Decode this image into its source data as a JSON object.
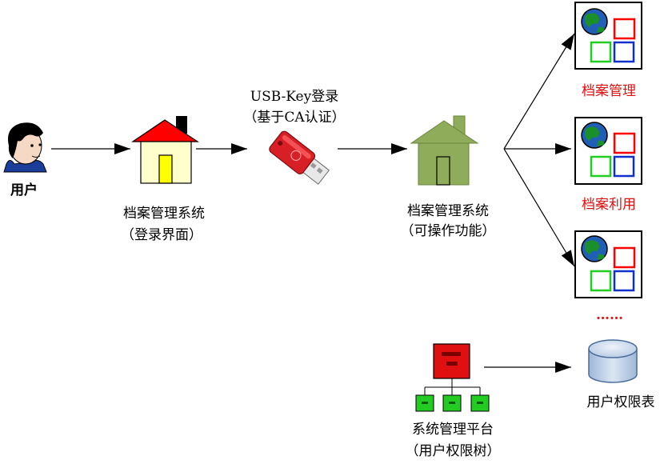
{
  "user": {
    "label": "用户"
  },
  "login_system": {
    "line1": "档案管理系统",
    "line2": "（登录界面）"
  },
  "usb_key": {
    "line1": "USB-Key登录",
    "line2": "（基于CA认证）"
  },
  "main_system": {
    "line1": "档案管理系统",
    "line2": "（可操作功能）"
  },
  "modules": [
    {
      "label": "档案管理"
    },
    {
      "label": "档案利用"
    }
  ],
  "ellipsis": "……",
  "platform": {
    "line1": "系统管理平台",
    "line2": "（用户权限树）"
  },
  "permission_table": {
    "label": "用户权限表"
  },
  "colors": {
    "login_house_roof": "#ff0000",
    "login_house_wall": "#ffffcc",
    "login_house_door": "#ffff00",
    "main_house": "#8fac5a",
    "module_label": "#e01010",
    "usb_body": "#d81f26",
    "platform_root": "#e01010",
    "platform_leaf": "#22cc22",
    "db": "#b8cce4"
  }
}
